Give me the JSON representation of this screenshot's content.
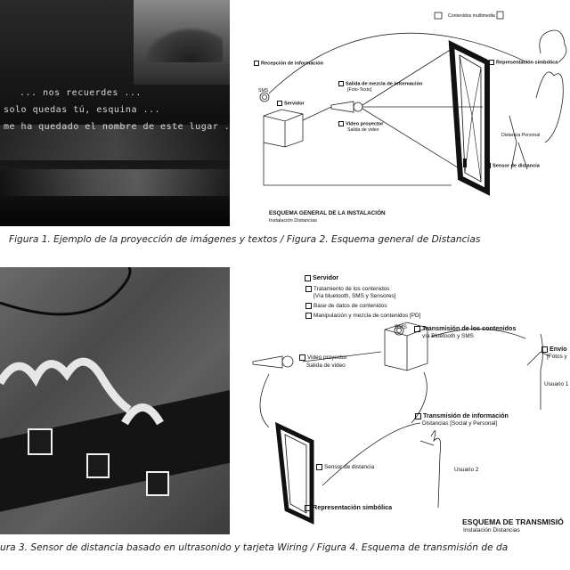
{
  "figure1": {
    "projected_lines": [
      "... nos recuerdes ...",
      "solo quedas tú, esquina ...",
      "me ha quedado el nombre de este lugar ..."
    ]
  },
  "figure2": {
    "labels": {
      "contenidos": "Contenidos multimedia",
      "recepcion": "Recepción de información",
      "salida_mezcla": "Salida de mezcla de información",
      "foto_texto": "[Foto-Texto]",
      "sms": "SMS",
      "servidor": "Servidor",
      "video_proyector": "Video proyector",
      "salida_video": "Salida de video",
      "representacion": "Representación simbólica",
      "distancia_personal": "Distancia Personal",
      "sensor": "Sensor de distancia"
    },
    "title": "ESQUEMA GENERAL DE LA INSTALACIÓN",
    "subtitle": "Instalación  Distancias"
  },
  "caption_top": "Figura 1. Ejemplo de la proyección de imágenes y textos / Figura 2. Esquema general de Distancias",
  "figure4": {
    "labels": {
      "servidor": "Servidor",
      "tratamiento": "Tratamiento de  los contenidos",
      "tratamiento_sub": "[Vía bluetooth, SMS y Sensores]",
      "base": "Base de datos de contenidos",
      "manipulacion": "Manipulación y mezcla de contenidos [PD]",
      "sms": "SMS",
      "transmision_contenidos": "Transmisión de los contenidos",
      "via": "vía Bluetooth y SMS",
      "envio": "Envío",
      "fotos": "[Fotos y",
      "usuario1": "Usuario 1",
      "video_proyector": "Video proyector",
      "salida_video": "Salida de video",
      "transmision_info": "Transmisión de información",
      "distancias": "Distancias [Social y Personal]",
      "sensor": "Sensor de distancia",
      "usuario2": "Usuario 2",
      "representacion": "Representación simbólica"
    },
    "title": "ESQUEMA DE TRANSMISIÓ",
    "subtitle": "Instalación  Distancias"
  },
  "caption_bottom": "ura 3. Sensor de distancia basado en ultrasonido y tarjeta Wiring / Figura 4. Esquema de transmisión de da"
}
